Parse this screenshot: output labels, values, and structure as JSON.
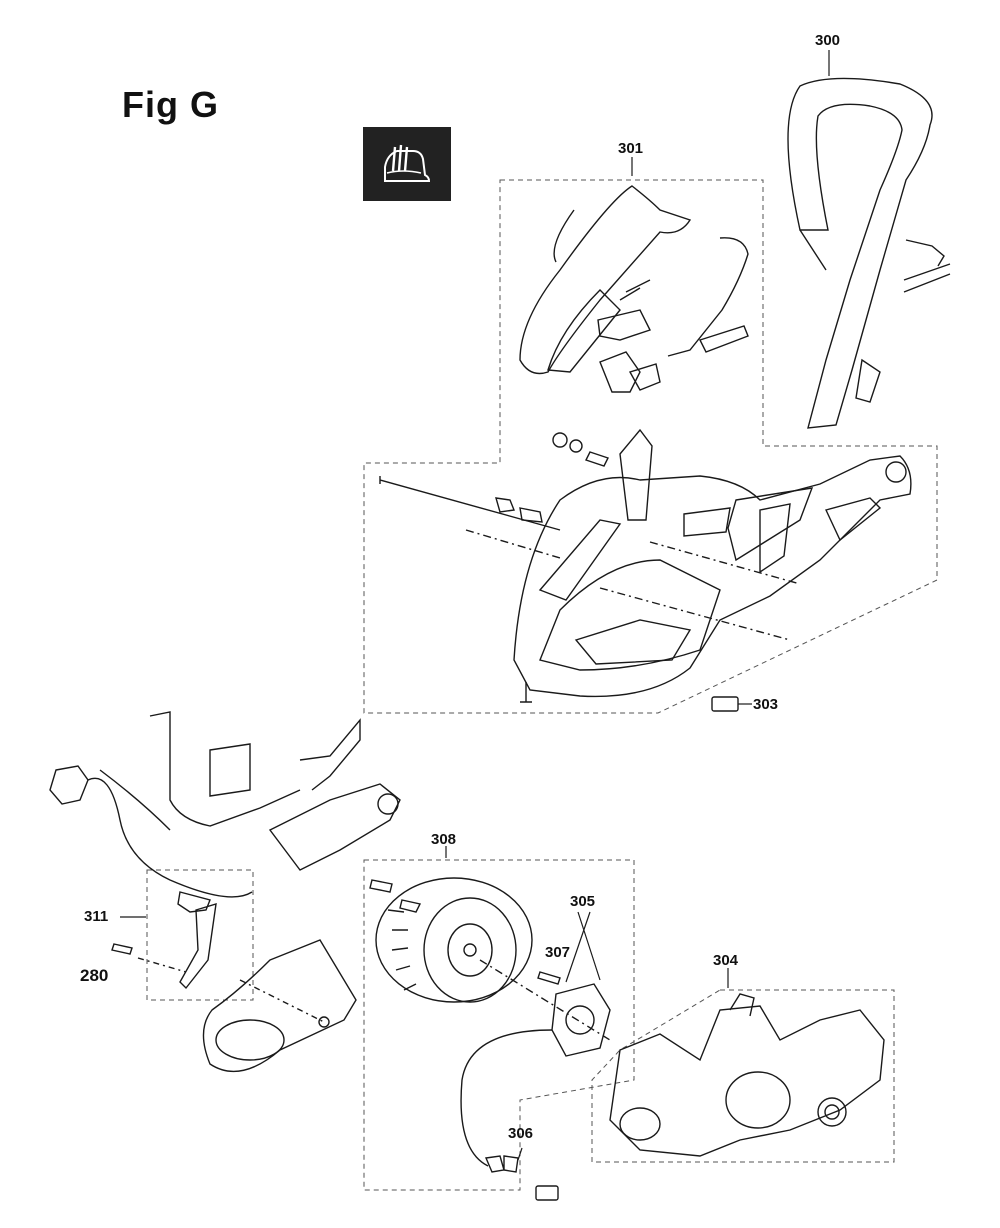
{
  "figure": {
    "title": "Fig G"
  },
  "icon": {
    "name": "protective-gloves-icon"
  },
  "part_labels": {
    "p300": "300",
    "p301": "301",
    "p303": "303",
    "p304": "304",
    "p305": "305",
    "p306": "306",
    "p307": "307",
    "p308": "308",
    "p311": "311",
    "p280": "280"
  },
  "colors": {
    "line": "#1a1a1a",
    "dash": "#555555",
    "icon_bg": "#222222"
  }
}
